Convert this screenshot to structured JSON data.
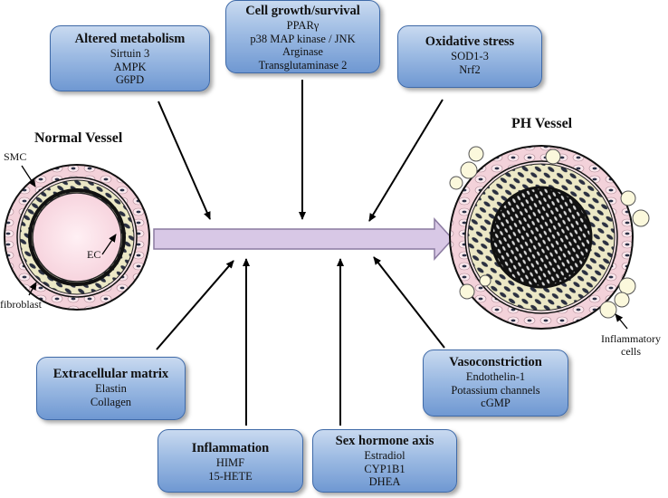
{
  "normal_vessel": {
    "title": "Normal Vessel",
    "labels": {
      "smc": "SMC",
      "ec": "EC",
      "fibroblast": "fibroblast"
    }
  },
  "ph_vessel": {
    "title": "PH Vessel",
    "labels": {
      "inflammatory_cells_line1": "Inflammatory",
      "inflammatory_cells_line2": "cells"
    }
  },
  "factors": {
    "altered_metabolism": {
      "title": "Altered metabolism",
      "items": [
        "Sirtuin 3",
        "AMPK",
        "G6PD"
      ]
    },
    "cell_growth": {
      "title": "Cell growth/survival",
      "items": [
        "PPARγ",
        "p38 MAP kinase / JNK",
        "Arginase",
        "Transglutaminase 2"
      ]
    },
    "oxidative_stress": {
      "title": "Oxidative stress",
      "items": [
        "SOD1-3",
        "Nrf2"
      ]
    },
    "extracellular_matrix": {
      "title": "Extracellular matrix",
      "items": [
        "Elastin",
        "Collagen"
      ]
    },
    "inflammation": {
      "title": "Inflammation",
      "items": [
        "HIMF",
        "15-HETE"
      ]
    },
    "sex_hormone_axis": {
      "title": "Sex hormone axis",
      "items": [
        "Estradiol",
        "CYP1B1",
        "DHEA"
      ]
    },
    "vasoconstriction": {
      "title": "Vasoconstriction",
      "items": [
        "Endothelin-1",
        "Potassium channels",
        "cGMP"
      ]
    }
  },
  "colors": {
    "box_top": "#c9daf0",
    "box_bottom": "#6f98d2",
    "box_border": "#3f6aa8",
    "main_arrow": "#d8c8e6",
    "adventitia": "#f6d5dc",
    "media": "#e8e4c4",
    "lumen": "#f9dde6"
  }
}
